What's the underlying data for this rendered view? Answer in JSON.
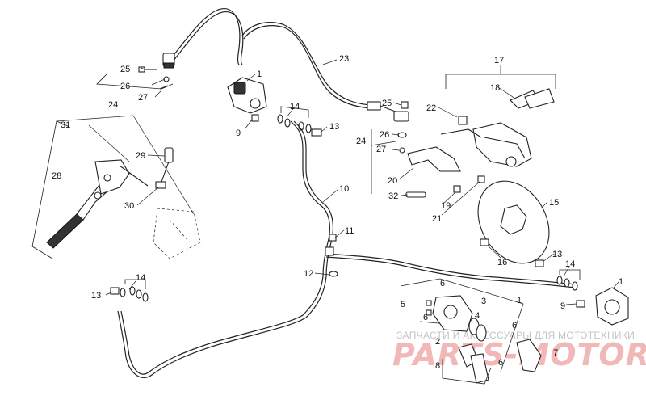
{
  "callouts": {
    "c1a": "1",
    "c1b": "1",
    "c1c": "1",
    "c2": "2",
    "c3": "3",
    "c4": "4",
    "c5": "5",
    "c6a": "6",
    "c6b": "6",
    "c6c": "6",
    "c6d": "6",
    "c7": "7",
    "c8": "8",
    "c9a": "9",
    "c9b": "9",
    "c10": "10",
    "c11": "11",
    "c12": "12",
    "c13a": "13",
    "c13b": "13",
    "c13c": "13",
    "c14a": "14",
    "c14b": "14",
    "c14c": "14",
    "c15": "15",
    "c16": "16",
    "c17": "17",
    "c18": "18",
    "c19": "19",
    "c20": "20",
    "c21": "21",
    "c22": "22",
    "c23": "23",
    "c24a": "24",
    "c24b": "24",
    "c25a": "25",
    "c25b": "25",
    "c26a": "26",
    "c26b": "26",
    "c27a": "27",
    "c27b": "27",
    "c28": "28",
    "c29": "29",
    "c30": "30",
    "c31": "31",
    "c32": "32"
  },
  "watermark": {
    "line1": "ЗАПЧАСТИ И АКСЕССУАРЫ ДЛЯ МОТОТЕХНИКИ",
    "line2": "PARTS-MOTOR.RU"
  }
}
